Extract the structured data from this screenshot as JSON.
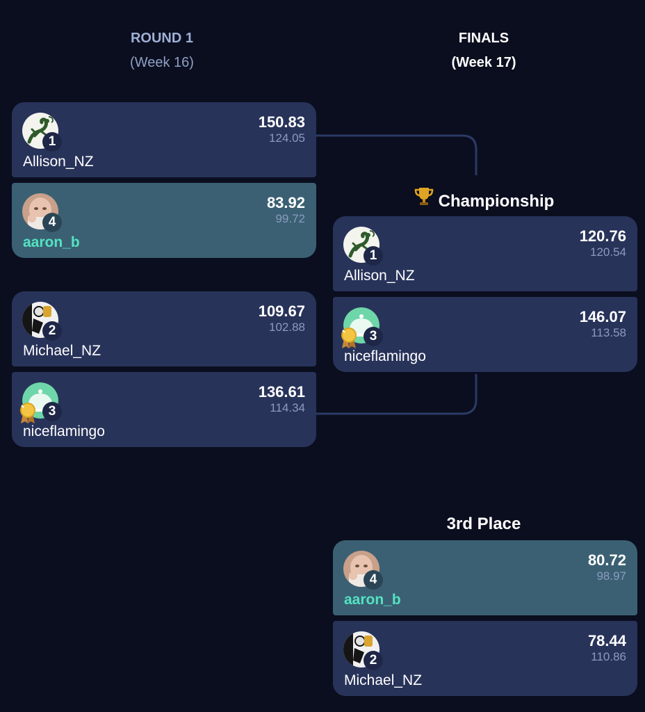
{
  "headers": {
    "round1": {
      "title": "ROUND 1",
      "sub": "(Week 16)"
    },
    "finals": {
      "title": "FINALS",
      "sub": "(Week 17)"
    }
  },
  "championship_label": "Championship",
  "third_place_label": "3rd Place",
  "colors": {
    "background": "#0a0e1e",
    "card": "#28335a",
    "card_highlight": "#3b6073",
    "highlight_name": "#53e3c2",
    "connector": "#2b3a66"
  },
  "round1": [
    {
      "top": {
        "name": "Allison_NZ",
        "seed": "1",
        "score": "150.83",
        "projected": "124.05",
        "avatar": "gecko-avatar",
        "highlight": false
      },
      "bottom": {
        "name": "aaron_b",
        "seed": "4",
        "score": "83.92",
        "projected": "99.72",
        "avatar": "photo-avatar",
        "highlight": true
      }
    },
    {
      "top": {
        "name": "Michael_NZ",
        "seed": "2",
        "score": "109.67",
        "projected": "102.88",
        "avatar": "fighter-avatar",
        "highlight": false
      },
      "bottom": {
        "name": "niceflamingo",
        "seed": "3",
        "score": "136.61",
        "projected": "114.34",
        "avatar": "cloche-avatar",
        "highlight": false,
        "medal": "medal-icon"
      }
    }
  ],
  "championship": {
    "top": {
      "name": "Allison_NZ",
      "seed": "1",
      "score": "120.76",
      "projected": "120.54",
      "avatar": "gecko-avatar",
      "highlight": false
    },
    "bottom": {
      "name": "niceflamingo",
      "seed": "3",
      "score": "146.07",
      "projected": "113.58",
      "avatar": "cloche-avatar",
      "highlight": false,
      "medal": "medal-icon"
    }
  },
  "third_place": {
    "top": {
      "name": "aaron_b",
      "seed": "4",
      "score": "80.72",
      "projected": "98.97",
      "avatar": "photo-avatar",
      "highlight": true
    },
    "bottom": {
      "name": "Michael_NZ",
      "seed": "2",
      "score": "78.44",
      "projected": "110.86",
      "avatar": "fighter-avatar",
      "highlight": false
    }
  }
}
